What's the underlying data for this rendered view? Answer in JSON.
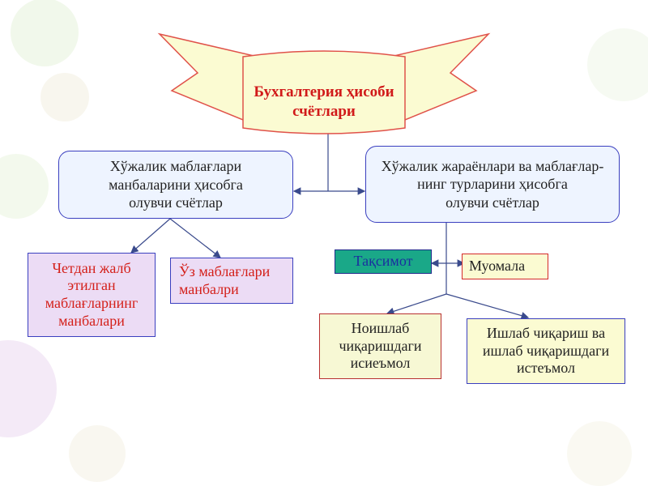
{
  "title": "Бухгалтерия ҳисоби\nсчётлари",
  "left_node": "Хўжалик маблағлари\nманбаларини ҳисобга\nолувчи счётлар",
  "right_node": "Хўжалик жараёнлари ва маблағлар-\nнинг турларини ҳисобга\nолувчи счётлар",
  "left_children": [
    "Четдан жалб\nэтилган\nмаблағларнинг\nманбалари",
    "Ўз маблағлари\nманбалри"
  ],
  "right_side": {
    "taqsimot": "Тақсимот",
    "muomala": "Муомала"
  },
  "right_children": [
    "Ноишлаб\nчиқаришдаги\nисиеъмол",
    "Ишлаб чиқариш ва\nишлаб чиқаришдаги\nистеъмол"
  ],
  "colors": {
    "banner_fill": "#fbfbd2",
    "banner_stroke": "#e0524a",
    "title_text": "#d11a1a",
    "connector": "#3a4a8c",
    "teal_fill": "#1aa888"
  }
}
